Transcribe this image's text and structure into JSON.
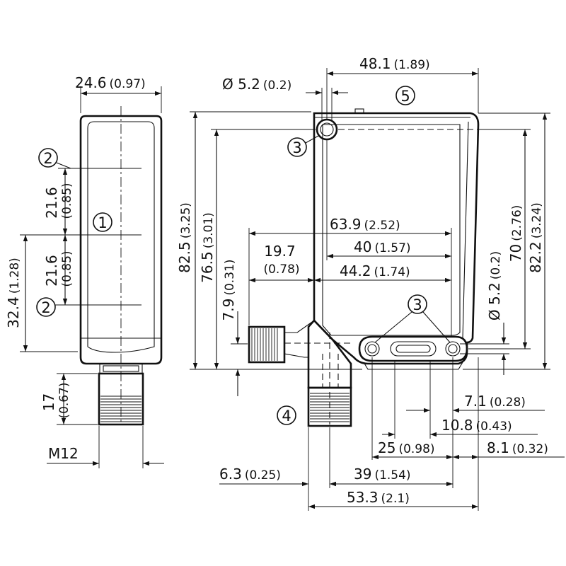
{
  "dims": {
    "width_front": "24.6",
    "width_front_in": "(0.97)",
    "height_upper": "21.6",
    "height_upper_in": "(0.85)",
    "height_lower": "21.6",
    "height_lower_in": "(0.85)",
    "height_total_front": "32.4",
    "height_total_front_in": "(1.28)",
    "connector_len": "17",
    "connector_len_in": "(0.67)",
    "thread": "M12",
    "width_top": "48.1",
    "width_top_in": "(1.89)",
    "hole_dia": "Ø 5.2",
    "hole_dia_in": "(0.2)",
    "height_82_5": "82.5",
    "height_82_5_in": "(3.25)",
    "height_76_5": "76.5",
    "height_76_5_in": "(3.01)",
    "dim_19_7": "19.7",
    "dim_19_7_in": "(0.78)",
    "dim_7_9": "7.9",
    "dim_7_9_in": "(0.31)",
    "dim_63_9": "63.9",
    "dim_63_9_in": "(2.52)",
    "dim_40": "40",
    "dim_40_in": "(1.57)",
    "dim_44_2": "44.2",
    "dim_44_2_in": "(1.74)",
    "hole_dia_side": "Ø 5.2",
    "hole_dia_side_in": "(0.2)",
    "height_70": "70",
    "height_70_in": "(2.76)",
    "height_82_2": "82.2",
    "height_82_2_in": "(3.24)",
    "dim_7_1": "7.1",
    "dim_7_1_in": "(0.28)",
    "dim_10_8": "10.8",
    "dim_10_8_in": "(0.43)",
    "dim_25": "25",
    "dim_25_in": "(0.98)",
    "dim_8_1": "8.1",
    "dim_8_1_in": "(0.32)",
    "dim_6_3": "6.3",
    "dim_6_3_in": "(0.25)",
    "dim_39": "39",
    "dim_39_in": "(1.54)",
    "dim_53_3": "53.3",
    "dim_53_3_in": "(2.1)"
  },
  "callouts": {
    "c1": "1",
    "c2a": "2",
    "c2b": "2",
    "c3a": "3",
    "c3b": "3",
    "c4": "4",
    "c5": "5"
  }
}
